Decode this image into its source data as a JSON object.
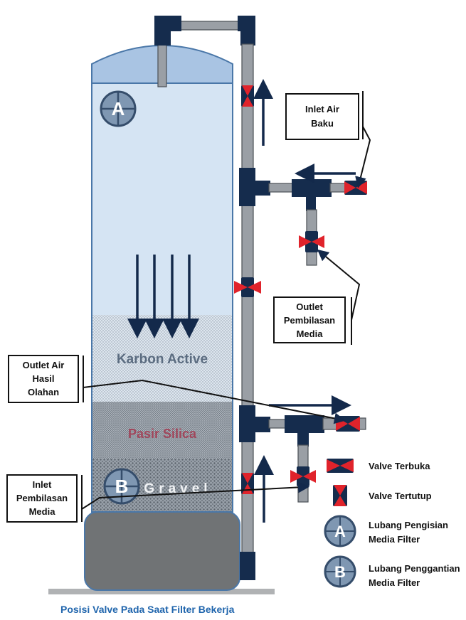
{
  "colors": {
    "tank_top": "#a9c4e3",
    "tank_body": "#d5e4f3",
    "tank_edge": "#4a77a8",
    "pipe": "#9a9fa5",
    "fitting": "#152c4d",
    "valve_wing": "#e0232b",
    "arrow": "#13294b",
    "base": "#707375",
    "title": "#2166ad"
  },
  "tank": {
    "port_a_letter": "A",
    "port_b_letter": "B"
  },
  "layers": {
    "karbon": "Karbon Active",
    "pasir": "Pasir Silica",
    "gravel": "Gravel"
  },
  "callouts": {
    "inlet_air_baku": {
      "line1": "Inlet Air",
      "line2": "Baku"
    },
    "outlet_pembilasan": {
      "line1": "Outlet",
      "line2": "Pembilasan",
      "line3": "Media"
    },
    "outlet_air_hasil": {
      "line1": "Outlet Air",
      "line2": "Hasil",
      "line3": "Olahan"
    },
    "inlet_pembilasan": {
      "line1": "Inlet",
      "line2": "Pembilasan",
      "line3": "Media"
    }
  },
  "legend": {
    "valve_open": "Valve Terbuka",
    "valve_closed": "Valve Tertutup",
    "port_a_letter": "A",
    "port_a_line1": "Lubang Pengisian",
    "port_a_line2": "Media Filter",
    "port_b_letter": "B",
    "port_b_line1": "Lubang Penggantian",
    "port_b_line2": "Media Filter"
  },
  "caption": "Posisi Valve Pada Saat Filter Bekerja"
}
